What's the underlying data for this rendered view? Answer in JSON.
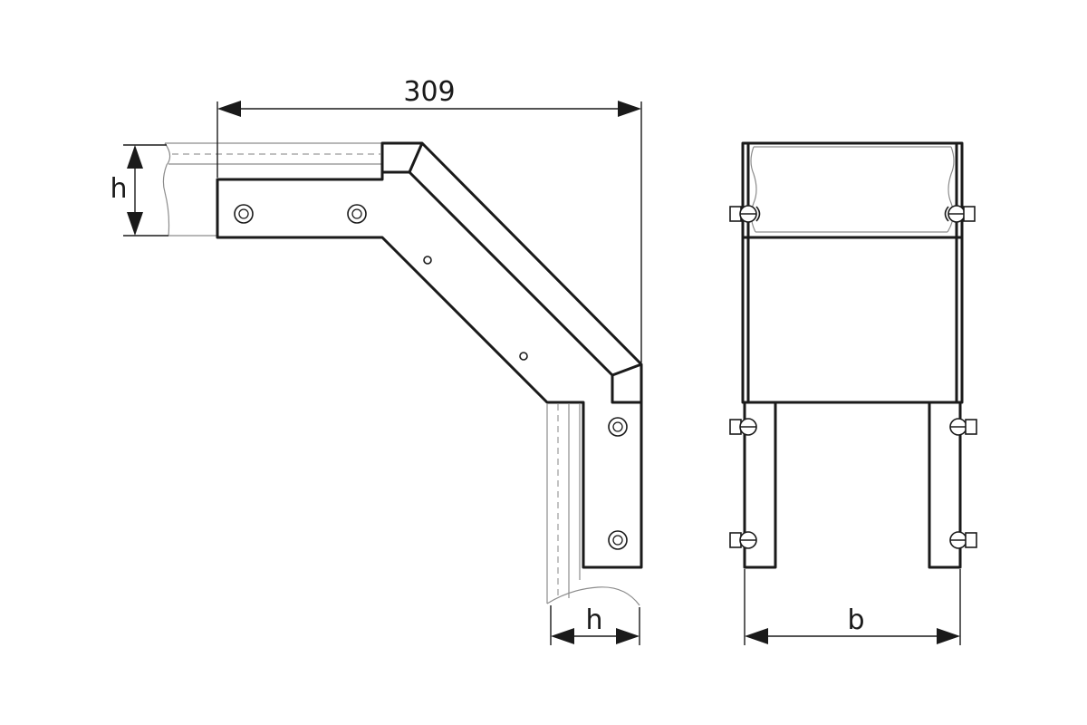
{
  "dimensions": {
    "overall_length": "309",
    "height_left": "h",
    "height_bottom": "h",
    "width": "b"
  },
  "colors": {
    "line": "#1a1a1a",
    "ghost": "#8c8c8c",
    "background": "#ffffff"
  }
}
